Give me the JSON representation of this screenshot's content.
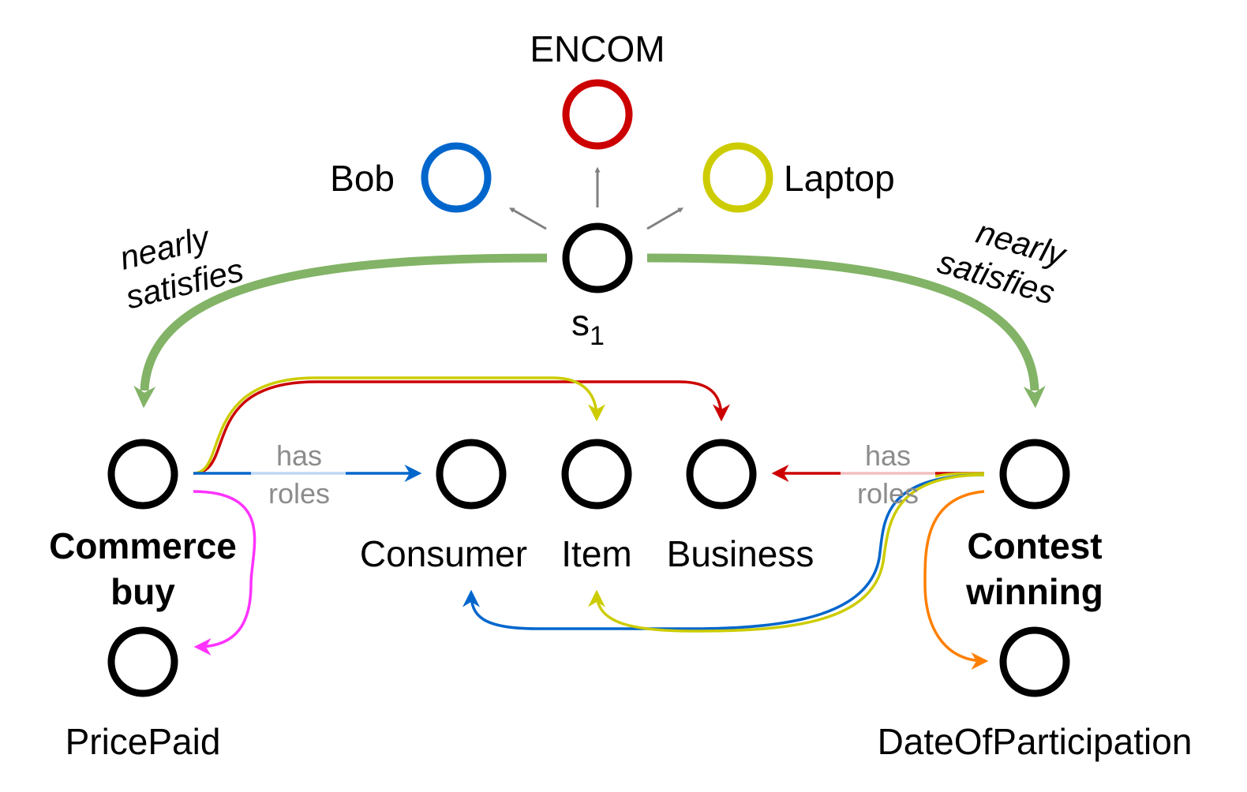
{
  "nodes": {
    "encom": {
      "label": "ENCOM",
      "color": "#cc0000"
    },
    "bob": {
      "label": "Bob",
      "color": "#0066cc"
    },
    "laptop": {
      "label": "Laptop",
      "color": "#cccc00"
    },
    "s1": {
      "label": "s",
      "subscript": "1",
      "color": "#000000"
    },
    "commerce_buy": {
      "label_line1": "Commerce",
      "label_line2": "buy"
    },
    "consumer": {
      "label": "Consumer"
    },
    "item": {
      "label": "Item"
    },
    "business": {
      "label": "Business"
    },
    "contest_winning": {
      "label_line1": "Contest",
      "label_line2": "winning"
    },
    "price_paid": {
      "label": "PricePaid"
    },
    "date_of_participation": {
      "label": "DateOfParticipation"
    }
  },
  "edges": {
    "nearly_satisfies_left": {
      "line1": "nearly",
      "line2": "satisfies"
    },
    "nearly_satisfies_right": {
      "line1": "nearly",
      "line2": "satisfies"
    },
    "has_roles_left": {
      "line1": "has",
      "line2": "roles"
    },
    "has_roles_right": {
      "line1": "has",
      "line2": "roles"
    }
  },
  "colors": {
    "green": "#82b366",
    "blue": "#0066cc",
    "red": "#cc0000",
    "yellow": "#cccc00",
    "magenta": "#ff33ff",
    "orange": "#ff8000",
    "gray": "#808080"
  }
}
